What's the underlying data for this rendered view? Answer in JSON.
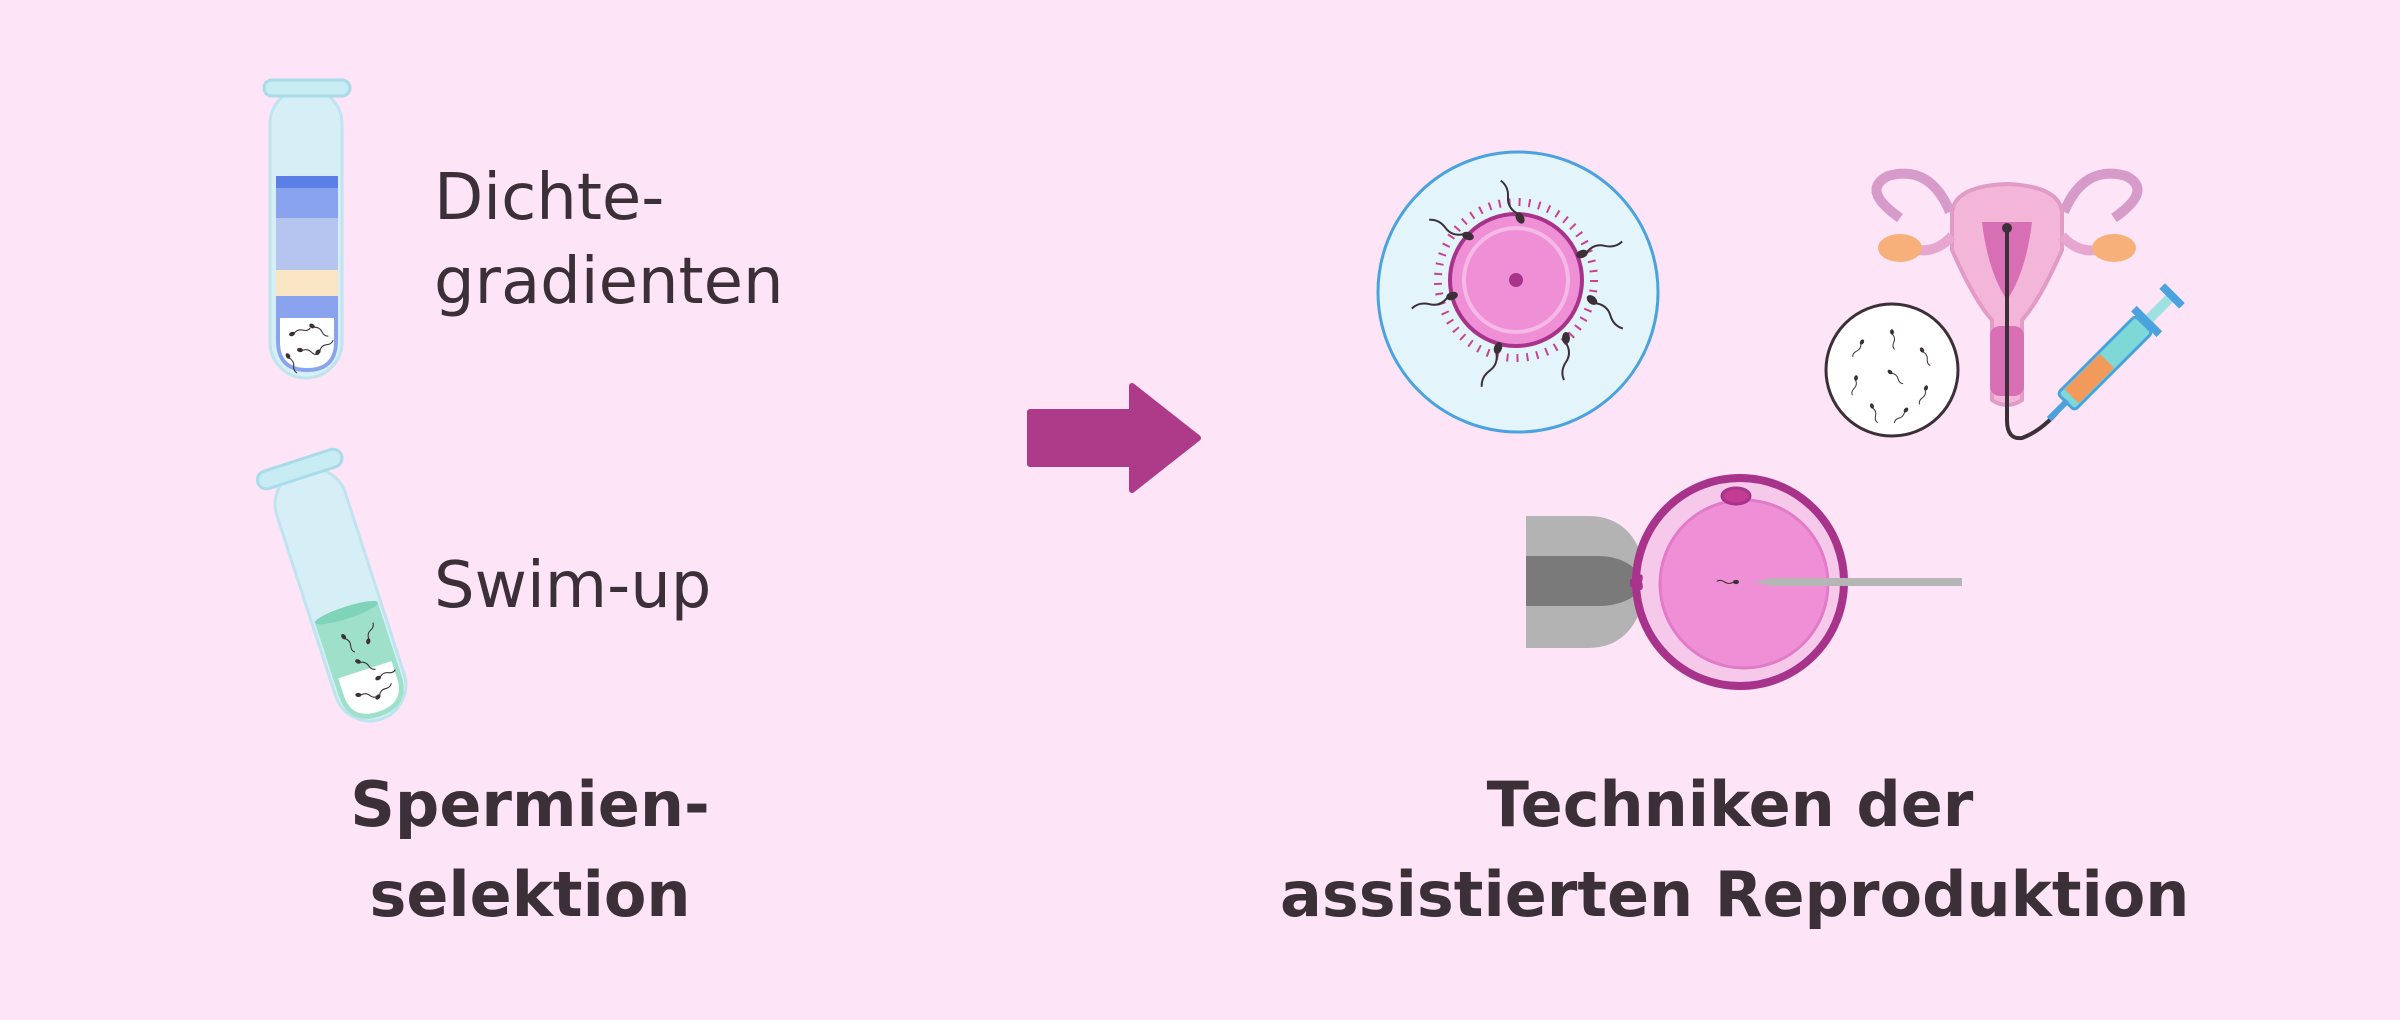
{
  "left": {
    "tube1": {
      "line1": "Dichte-",
      "line2": "gradienten"
    },
    "tube2": {
      "label": "Swim-up"
    },
    "title": {
      "line1": "Spermien-",
      "line2": "selektion"
    }
  },
  "right": {
    "title": {
      "line1": "Techniken der",
      "line2": "assistierten Reproduktion"
    }
  },
  "colors": {
    "background": "#fde4f7",
    "arrow": "#ae3a8a",
    "text": "#3b3038",
    "egg_pink": "#ef90d6",
    "egg_outline": "#a8338b",
    "dish_fill": "#e3f5fb",
    "dish_outline": "#4aa3de",
    "tube_glass": "#d6eff6",
    "gradient_top": "#5b7fe6",
    "gradient_mid": "#8aa3ee",
    "gradient_low": "#b6c4f0",
    "gradient_band": "#f9e5c4",
    "swimup_liquid": "#9fe0cb",
    "instrument_gray": "#a6a6a6"
  }
}
